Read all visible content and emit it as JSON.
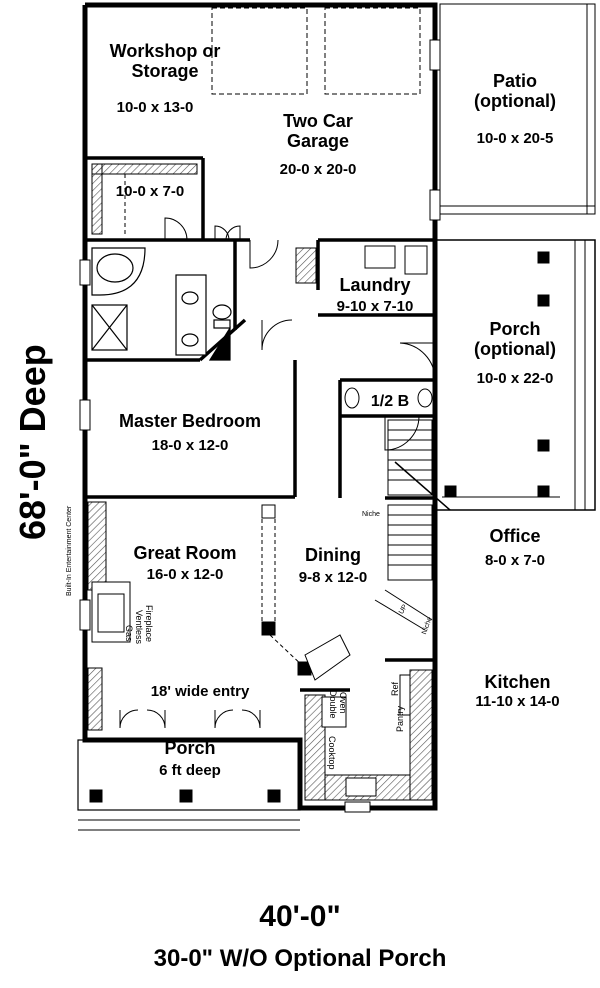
{
  "rooms": {
    "workshop": {
      "name_line1": "Workshop or",
      "name_line2": "Storage",
      "dims": "10-0 x 13-0"
    },
    "garage": {
      "name_line1": "Two Car",
      "name_line2": "Garage",
      "dims": "20-0 x 20-0"
    },
    "patio": {
      "name_line1": "Patio",
      "name_line2": "(optional)",
      "dims": "10-0 x 20-5"
    },
    "closet": {
      "dims": "10-0 x 7-0"
    },
    "laundry": {
      "name": "Laundry",
      "dims": "9-10 x 7-10"
    },
    "side_porch": {
      "name_line1": "Porch",
      "name_line2": "(optional)",
      "dims": "10-0 x 22-0"
    },
    "half_bath": {
      "name": "1/2 B"
    },
    "master": {
      "name": "Master Bedroom",
      "dims": "18-0 x 12-0"
    },
    "office": {
      "name": "Office",
      "dims": "8-0 x 7-0"
    },
    "great_room": {
      "name": "Great Room",
      "dims": "16-0 x 12-0"
    },
    "dining": {
      "name": "Dining",
      "dims": "9-8 x 12-0"
    },
    "kitchen": {
      "name": "Kitchen",
      "dims": "11-10 x 14-0"
    },
    "front_porch": {
      "name": "Porch",
      "dims": "6 ft deep",
      "entry": "18' wide entry"
    }
  },
  "notes": {
    "entertainment": "Built-In Entertainment Center",
    "fireplace_1": "Gas",
    "fireplace_2": "Ventless",
    "fireplace_3": "Fireplace",
    "niche_1": "Niche",
    "niche_2": "Niche",
    "double_oven_1": "Double",
    "double_oven_2": "Oven",
    "cooktop": "Cooktop",
    "pantry": "Pantry",
    "ref": "Ref",
    "up": "UP"
  },
  "overall": {
    "depth": "68'-0\" Deep",
    "width": "40'-0\"",
    "width_note": "30-0\" W/O Optional Porch"
  }
}
